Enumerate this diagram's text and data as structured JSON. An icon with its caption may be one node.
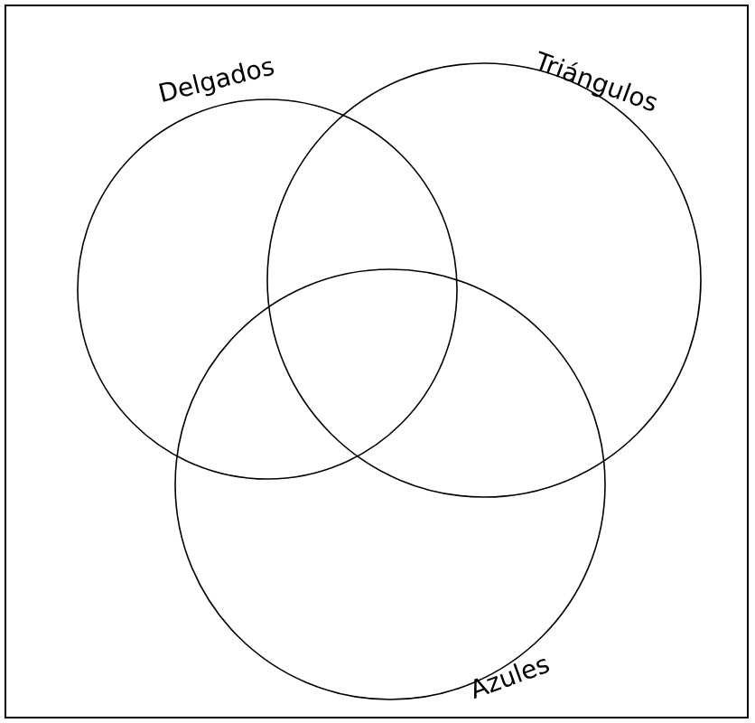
{
  "diagram": {
    "nodes": [
      {
        "text": [
          "Delgados"
        ]
      },
      {
        "text": [
          "Triángulos"
        ]
      },
      {
        "text": [
          "Azules"
        ]
      }
    ],
    "edges": []
  }
}
